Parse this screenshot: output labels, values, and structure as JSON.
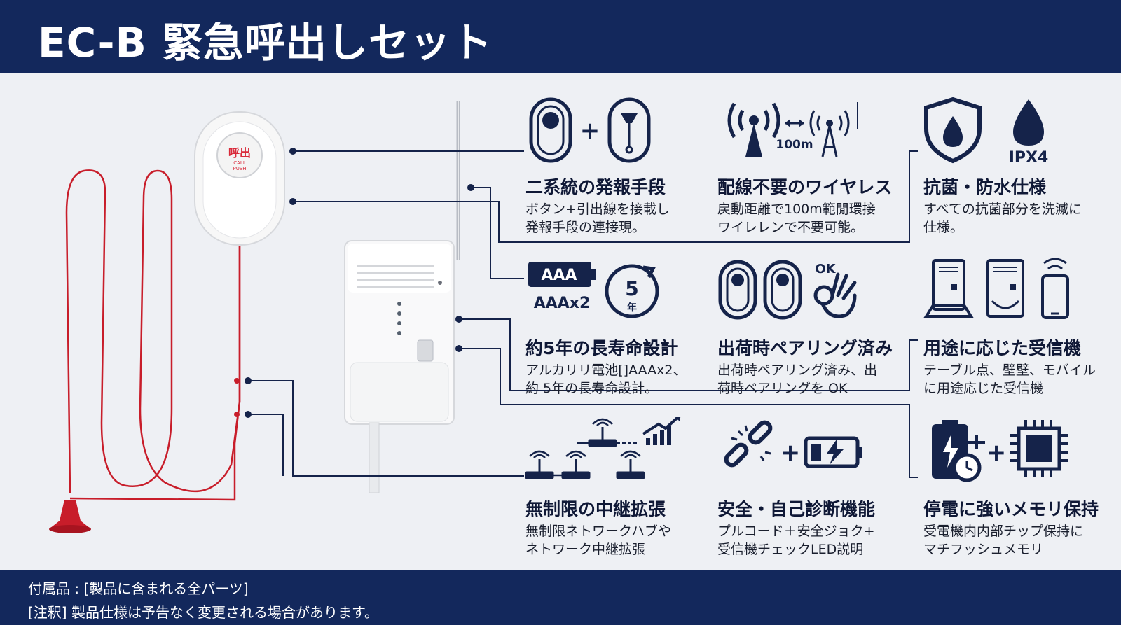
{
  "header": {
    "title": "EC-B 緊急呼出しセット"
  },
  "device": {
    "button_label_jp": "呼出",
    "button_label_en1": "CALL",
    "button_label_en2": "PUSH"
  },
  "features": [
    {
      "id": "dual",
      "title": "二系統の発報手段",
      "desc": "ボタン+引出線を接載し\n発報手段の連接現。"
    },
    {
      "id": "wireless",
      "title": "配線不要のワイヤレス",
      "desc": "戻動距離で100m範閒環接\nワイレレンで不要可能。",
      "icon_text": "100m"
    },
    {
      "id": "waterproof",
      "title": "抗菌・防水仕様",
      "desc": "すべての抗菌部分を洗滅に\n仕様。",
      "icon_text": "IPX4"
    },
    {
      "id": "battery",
      "title": "約5年の長寿命設計",
      "desc": "アルカリリ電池[]AAAx2、\n約 5年の長寿命設計。",
      "icon_text1": "AAA",
      "icon_text2": "AAAx2",
      "icon_text3": "5",
      "icon_text4": "年"
    },
    {
      "id": "pairing",
      "title": "出荷時ペアリング済み",
      "desc": "出荷時ペアリング済み、出\n荷時ペアリングを OK",
      "icon_text": "OK"
    },
    {
      "id": "receiver",
      "title": "用途に応じた受信機",
      "desc": "テーブル点、壁壁、モバイル\nに用途応じた受信機"
    },
    {
      "id": "relay",
      "title": "無制限の中継拡張",
      "desc": "無制限ネトワークハブや\nネトワーク中継拡張"
    },
    {
      "id": "selfcheck",
      "title": "安全・自己診断機能",
      "desc": "プルコード＋安全ジョク+\n受信機チェックLED説明"
    },
    {
      "id": "memory",
      "title": "停電に強いメモリ保持",
      "desc": "受電機内内部チップ保持に\nマチフッシュメモリ"
    }
  ],
  "footer": {
    "line1": "付属品 : [製品に含まれる全パーツ]",
    "line2": "[注釈] 製品仕様は予告なく変更される場合があります。"
  },
  "colors": {
    "navy": "#13285c",
    "background": "#eef0f4",
    "cord_red": "#c81d2a",
    "icon_navy": "#15234a"
  }
}
